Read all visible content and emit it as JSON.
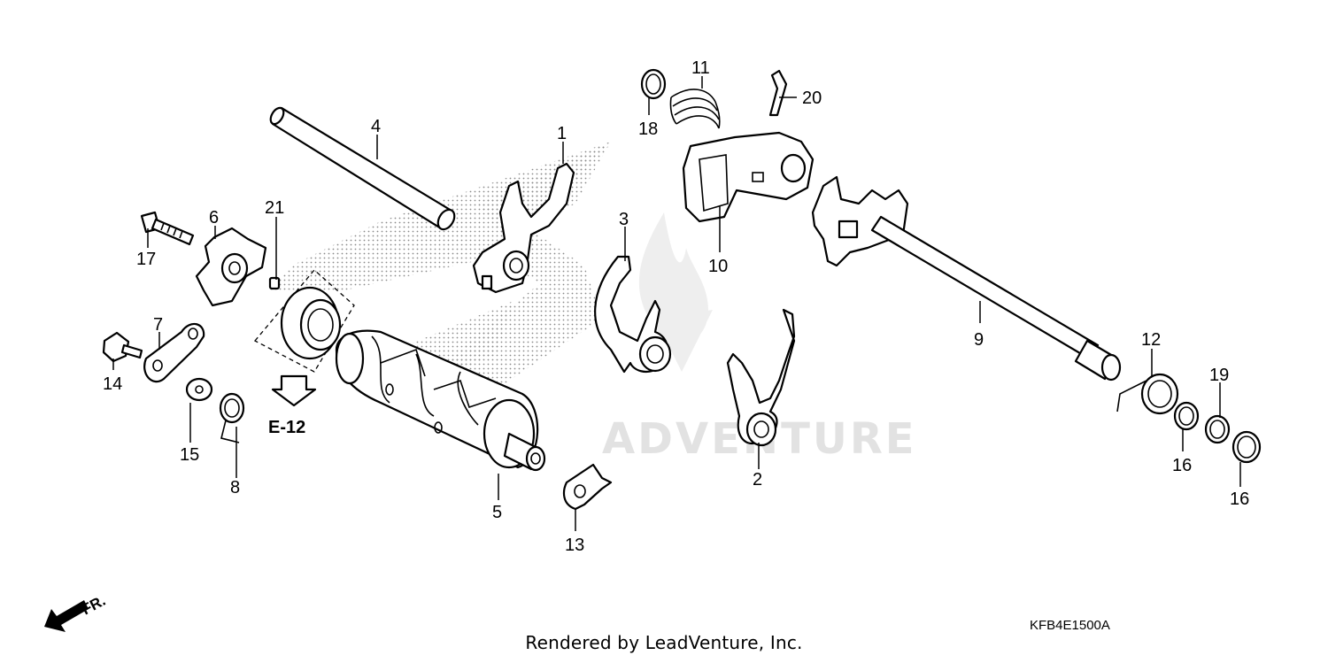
{
  "diagram": {
    "diagram_code": "KFB4E1500A",
    "footer_text": "Rendered by LeadVenture, Inc.",
    "watermark_text": "ADVENTURE",
    "front_indicator": "FR.",
    "reference_label": "E-12",
    "callouts": [
      "1",
      "2",
      "3",
      "4",
      "5",
      "6",
      "7",
      "8",
      "9",
      "10",
      "11",
      "12",
      "13",
      "14",
      "15",
      "16",
      "16",
      "17",
      "18",
      "19",
      "20",
      "21"
    ]
  }
}
